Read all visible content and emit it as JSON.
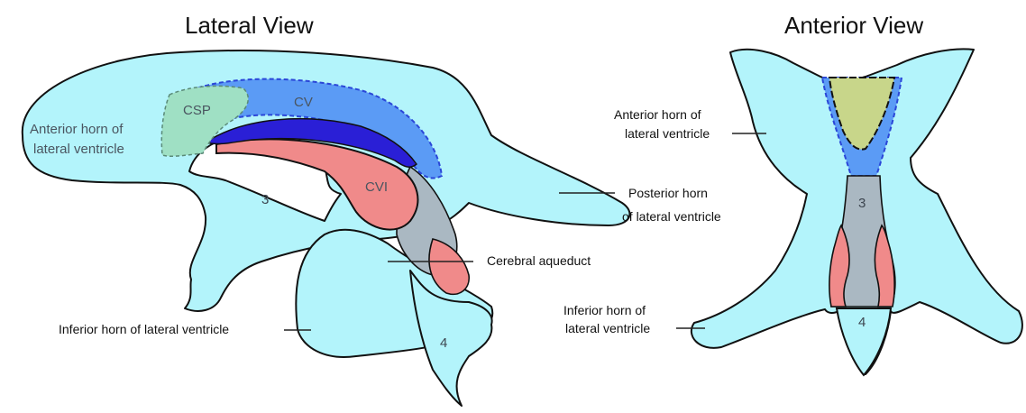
{
  "titles": {
    "lateral": "Lateral View",
    "anterior": "Anterior View"
  },
  "lateral": {
    "labels": {
      "csp": "CSP",
      "cv": "CV",
      "cvi": "CVI",
      "third": "3",
      "fourth": "4",
      "anterior_horn_line1": "Anterior horn of",
      "anterior_horn_line2": "lateral ventricle",
      "posterior_horn_line1": "Posterior horn",
      "posterior_horn_line2": "of lateral ventricle",
      "cerebral_aqueduct": "Cerebral aqueduct",
      "inferior_horn": "Inferior horn of lateral ventricle"
    }
  },
  "anterior": {
    "labels": {
      "third": "3",
      "fourth": "4",
      "anterior_horn_line1": "Anterior horn of",
      "anterior_horn_line2": "lateral ventricle",
      "inferior_horn_line1": "Inferior horn of",
      "inferior_horn_line2": "lateral ventricle"
    }
  },
  "colors": {
    "lateral_ventricle": "#b3f4fb",
    "csp": "#9fe0c4",
    "cv": "#5b9bf5",
    "cv_dark": "#2a1fd6",
    "cvi": "#f08a8a",
    "aqueduct_gray": "#aab8c2",
    "csp_anterior": "#c8d68a"
  }
}
